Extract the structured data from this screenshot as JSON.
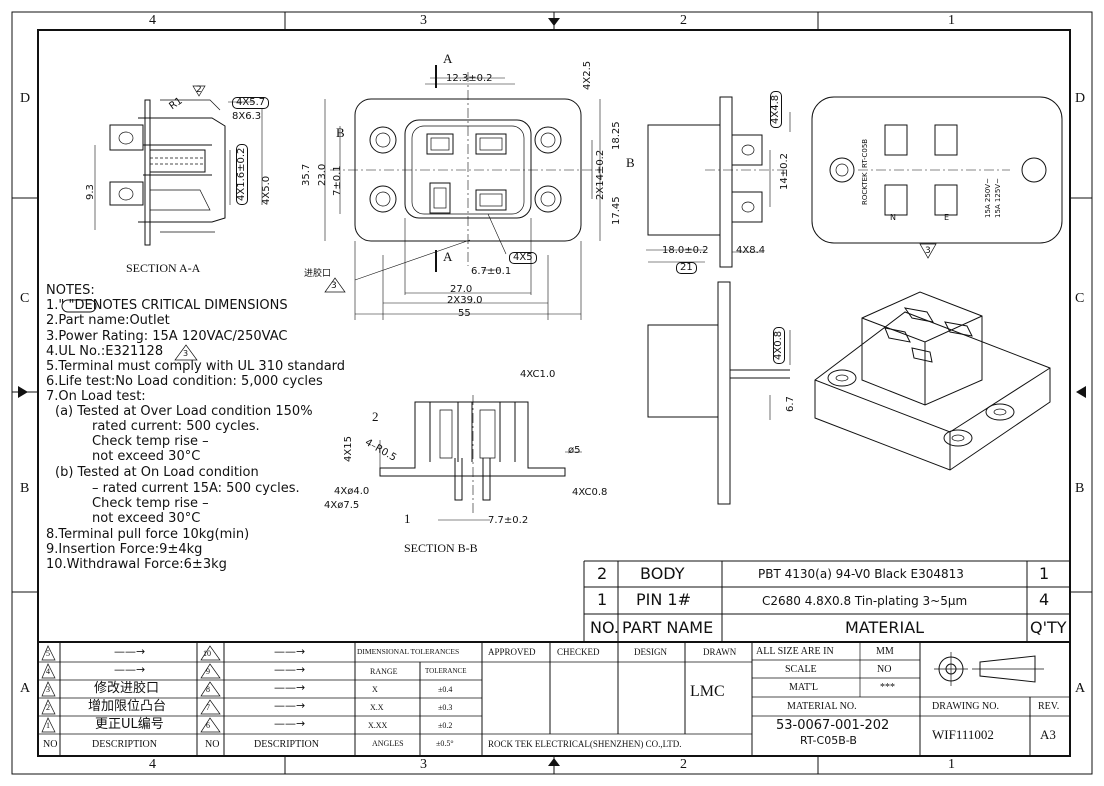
{
  "zones": {
    "top": [
      "4",
      "3",
      "2",
      "1"
    ],
    "bottom": [
      "4",
      "3",
      "2",
      "1"
    ],
    "left": [
      "D",
      "C",
      "B",
      "A"
    ],
    "right": [
      "D",
      "C",
      "B",
      "A"
    ]
  },
  "notes": {
    "title": "NOTES:",
    "lines": [
      "1.\"      \"DENOTES CRITICAL DIMENSIONS",
      "2.Part name:Outlet",
      "3.Power Rating: 15A 120VAC/250VAC",
      "4.UL No.:E321128",
      "5.Terminal must comply with UL 310 standard",
      "6.Life test:No Load condition: 5,000 cycles",
      "7.On Load test:",
      "(a) Tested at Over Load condition 150%",
      "rated current: 500 cycles.",
      "Check temp rise –",
      "not exceed 30°C",
      "(b) Tested at On Load condition",
      "– rated current 15A: 500 cycles.",
      "Check temp rise –",
      "not exceed 30°C",
      "8.Terminal pull force 10kg(min)",
      "9.Insertion Force:9±4kg",
      "10.Withdrawal Force:6±3kg"
    ]
  },
  "views": {
    "section_aa": "SECTION A-A",
    "section_bb": "SECTION B-B",
    "section_a_mark": "A",
    "section_b_mark": "B"
  },
  "dims": {
    "d_12_3": "12.3±0.2",
    "d_4x2_5": "4X2.5",
    "d_18_25": "18.25",
    "d_35_7": "35.7",
    "d_23": "23.0",
    "d_7": "7±0.1",
    "d_2x14": "2X14±0.2",
    "d_17_45": "17.45",
    "d_6_7": "6.7±0.1",
    "d_27": "27.0",
    "d_2x39": "2X39.0",
    "d_55": "55",
    "d_4x5": "4X5",
    "d_jiaokou": "进胶口",
    "d_r1": "R1",
    "d_4x5_7": "4X5.7",
    "d_8x6_3": "8X6.3",
    "d_9_3": "9.3",
    "d_4x1_6": "4X1.6±0.2",
    "d_4x5_0": "4X5.0",
    "d_4x4_8": "4X4.8",
    "d_14": "14±0.2",
    "d_18": "18.0±0.2",
    "d_4x8_4": "4X8.4",
    "d_21": "21",
    "d_4x0_8": "4X0.8",
    "d_6_7b": "6.7",
    "d_4xc1": "4XC1.0",
    "d_4x15": "4X15",
    "d_4r05": "4–R0.5",
    "d_phi5": "ø5",
    "d_4xc08": "4XC0.8",
    "d_4xphi4": "4Xø4.0",
    "d_4xphi75": "4Xø7.5",
    "d_7_7": "7.7±0.2",
    "callout_1": "1",
    "callout_2": "2",
    "tri_2": "2",
    "tri_3": "3",
    "tri_3b": "3",
    "tri_3c": "3"
  },
  "face_labels": {
    "model": "RT-C05B",
    "brand": "ROCKTEK",
    "rating1": "15A 250V~",
    "rating2": "15A 125V~",
    "n": "N",
    "e": "E"
  },
  "bom": {
    "rows": [
      {
        "no": "2",
        "name": "BODY",
        "material": "PBT 4130(a) 94-V0 Black  E304813",
        "qty": "1"
      },
      {
        "no": "1",
        "name": "PIN  1#",
        "material": "C2680  4.8X0.8  Tin-plating 3~5μm",
        "qty": "4"
      }
    ],
    "header": {
      "no": "NO.",
      "name": "PART  NAME",
      "material": "MATERIAL",
      "qty": "Q'TY"
    }
  },
  "revisions": {
    "left": [
      {
        "no": "5",
        "desc": "——→"
      },
      {
        "no": "4",
        "desc": "——→"
      },
      {
        "no": "3",
        "desc": "修改进胶口"
      },
      {
        "no": "2",
        "desc": "增加限位凸台"
      },
      {
        "no": "1",
        "desc": "更正UL编号"
      }
    ],
    "right": [
      {
        "no": "10",
        "desc": "——→"
      },
      {
        "no": "9",
        "desc": "——→"
      },
      {
        "no": "8",
        "desc": "——→"
      },
      {
        "no": "7",
        "desc": "——→"
      },
      {
        "no": "6",
        "desc": "——→"
      }
    ],
    "col_no": "NO",
    "col_desc": "DESCRIPTION"
  },
  "tolerances": {
    "title": "DIMENSIONAL TOLERANCES",
    "col_range": "RANGE",
    "col_tol": "TOLERANCE",
    "rows": [
      {
        "range": "X",
        "tol": "±0.4"
      },
      {
        "range": "X.X",
        "tol": "±0.3"
      },
      {
        "range": "X.XX",
        "tol": "±0.2"
      },
      {
        "range": "ANGLES",
        "tol": "±0.5°"
      }
    ]
  },
  "approval": {
    "approved": "APPROVED",
    "checked": "CHECKED",
    "design": "DESIGN",
    "drawn": "DRAWN",
    "drawn_by": "LMC",
    "company": "ROCK TEK ELECTRICAL(SHENZHEN) CO.,LTD."
  },
  "titleblock": {
    "size_label": "ALL SIZE ARE IN",
    "size_unit": "MM",
    "scale_label": "SCALE",
    "scale_value": "NO",
    "mat_label": "MAT'L",
    "mat_value": "***",
    "material_no_label": "MATERIAL NO.",
    "material_no": "53-0067-001-202",
    "part_no": "RT-C05B-B",
    "drawing_no_label": "DRAWING NO.",
    "drawing_no": "WIF111002",
    "rev_label": "REV.",
    "rev": "A3"
  }
}
